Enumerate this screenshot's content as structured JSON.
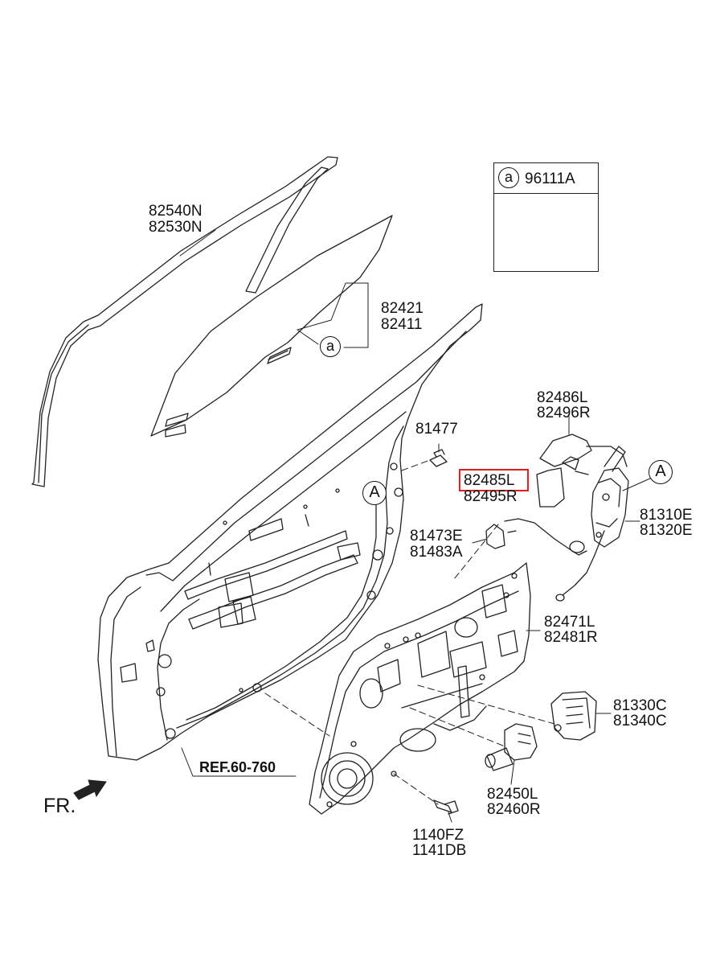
{
  "labels": {
    "p82540N": "82540N",
    "p82530N": "82530N",
    "p82421": "82421",
    "p82411": "82411",
    "p81477": "81477",
    "p82486L": "82486L",
    "p82496R": "82496R",
    "p82485L": "82485L",
    "p82495R": "82495R",
    "p81310E": "81310E",
    "p81320E": "81320E",
    "p81473E": "81473E",
    "p81483A": "81483A",
    "p82471L": "82471L",
    "p82481R": "82481R",
    "p81330C": "81330C",
    "p81340C": "81340C",
    "p82450L": "82450L",
    "p82460R": "82460R",
    "p1140FZ": "1140FZ",
    "p1141DB": "1141DB"
  },
  "callouts": {
    "a_marker": "a",
    "A_marker": "A"
  },
  "legend": {
    "marker": "a",
    "part": "96111A"
  },
  "ref_text": "REF.60-760",
  "direction_text": "FR.",
  "highlight_color": "#e02020"
}
